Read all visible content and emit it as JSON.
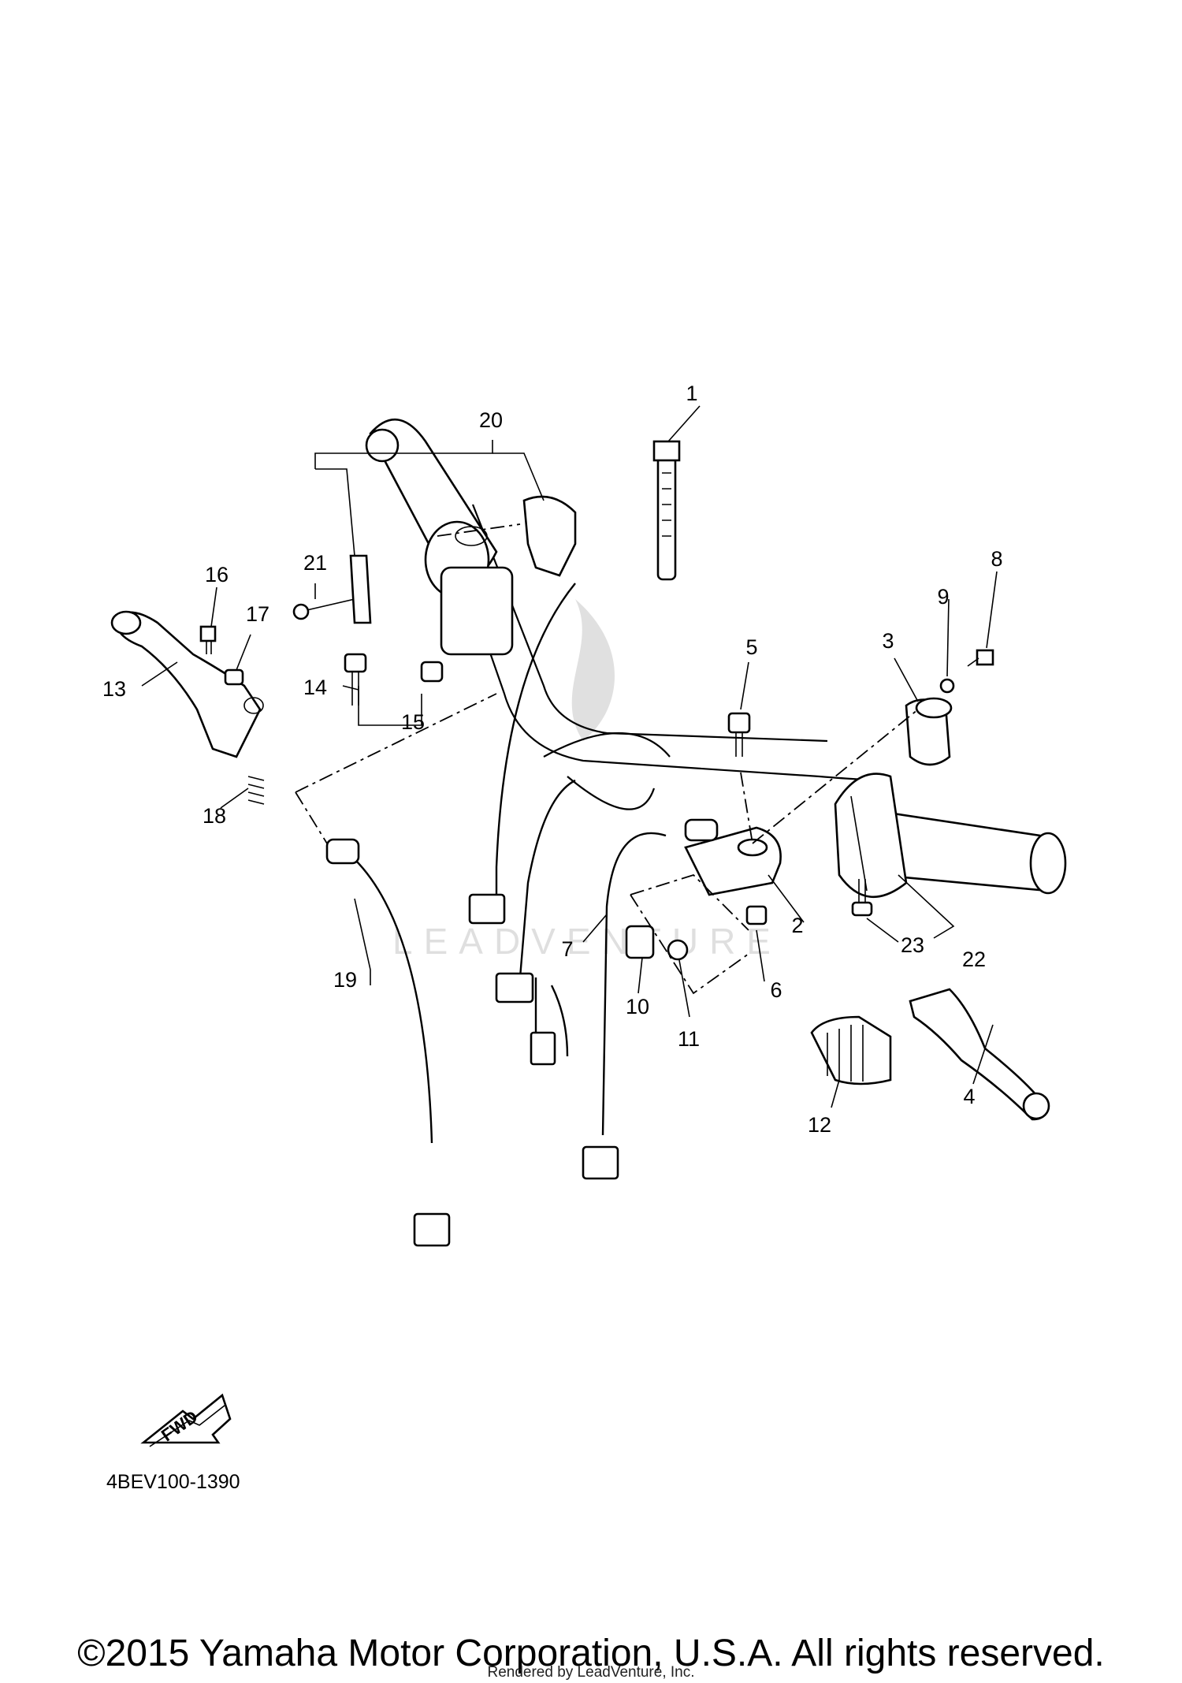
{
  "diagram": {
    "part_code": "4BEV100-1390",
    "direction_label": "FWD",
    "watermark": "LEADVENTURE",
    "callouts": [
      "1",
      "2",
      "3",
      "4",
      "5",
      "6",
      "7",
      "8",
      "9",
      "10",
      "11",
      "12",
      "13",
      "14",
      "15",
      "16",
      "17",
      "18",
      "19",
      "20",
      "21",
      "22",
      "23"
    ]
  },
  "footer": {
    "copyright": "©2015 Yamaha Motor Corporation, U.S.A. All rights reserved.",
    "rendered_by": "Rendered by LeadVenture, Inc."
  }
}
